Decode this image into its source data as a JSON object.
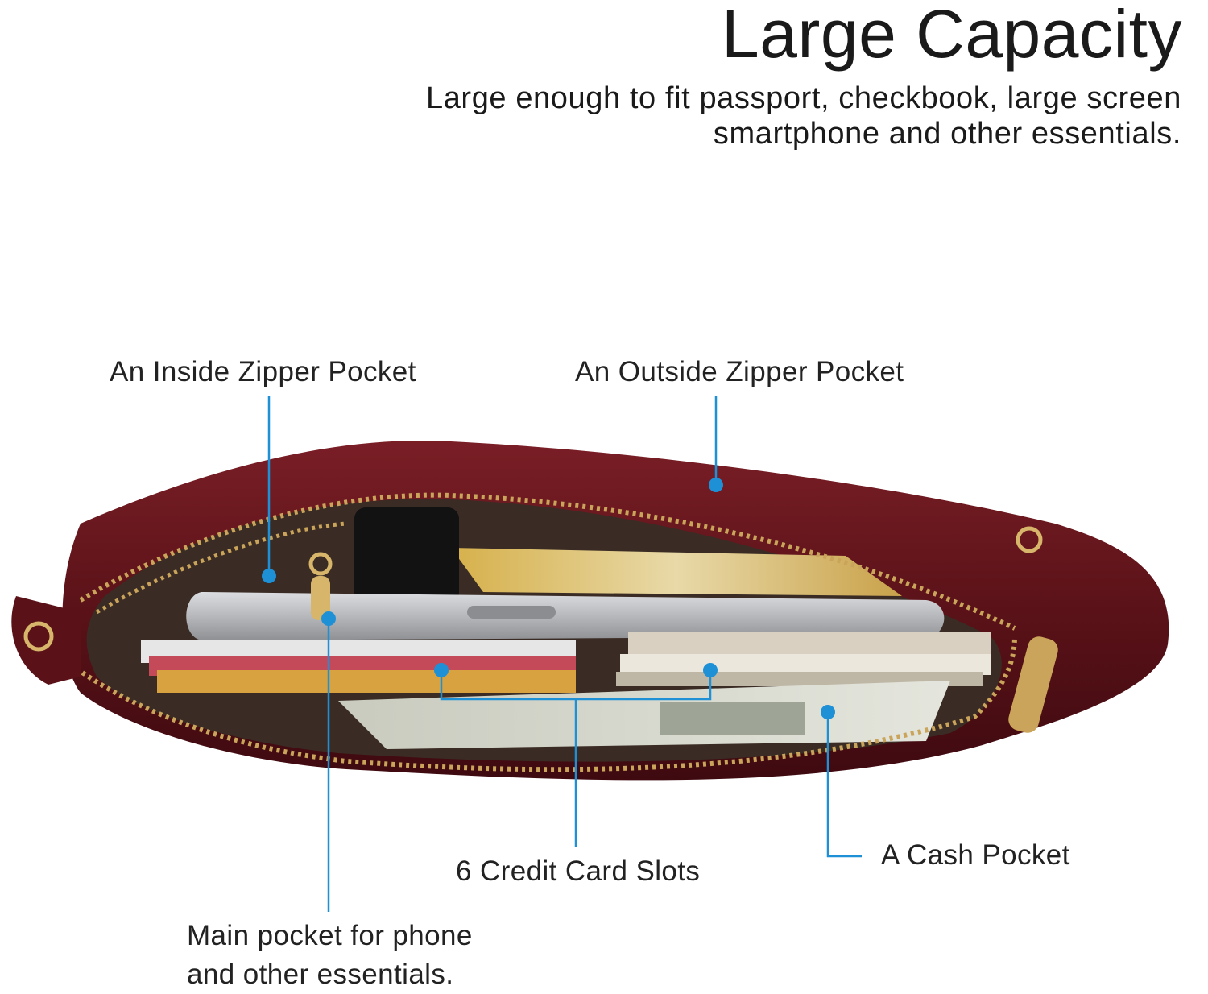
{
  "headline": "Large Capacity",
  "subheadline": {
    "line1": "Large enough to fit passport, checkbook, large screen",
    "line2": "smartphone and other essentials."
  },
  "callouts": {
    "inside_zipper": "An Inside Zipper Pocket",
    "outside_zipper": "An Outside Zipper Pocket",
    "card_slots": "6 Credit Card Slots",
    "cash_pocket": "A Cash Pocket",
    "main_pocket_line1": "Main pocket for phone",
    "main_pocket_line2": "and other essentials."
  },
  "colors": {
    "leather": "#5a1218",
    "leather_highlight": "#7a1e26",
    "lining": "#4a3a2e",
    "zipper": "#c9a45a",
    "pointer": "#1e90d6",
    "leader_line": "#1e90d6"
  },
  "icons": {
    "pointer_dot": "filled-circle"
  }
}
